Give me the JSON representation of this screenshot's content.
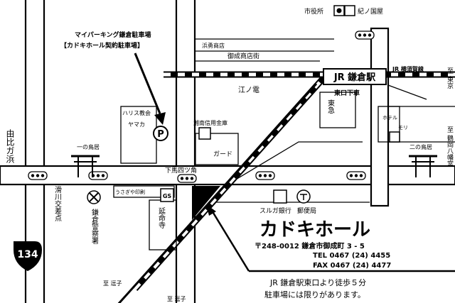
{
  "map": {
    "venue_name": "カドキホール",
    "address": "〒248-0012 鎌倉市御成町 3 - 5",
    "tel": "TEL 0467 (24) 4455",
    "fax": "FAX 0467 (24) 4477",
    "note_line1": "JR 鎌倉駅東口より徒歩５分",
    "note_line2": "駐車場には限りがあります。",
    "parking_label_line1": "マイパーキング鎌倉駐車場",
    "parking_label_line2": "【カドキホール契約駐車場】",
    "station": "JR 鎌倉駅",
    "jr_line": "JR 横須賀線",
    "east_exit": "東口下車",
    "city_hall": "市役所",
    "kinokuniya": "紀ノ国屋",
    "hamayu_shoten": "浜勇商店",
    "onari_street": "御成商店街",
    "enoden": "江ノ電",
    "tokyu": "東急",
    "harris_church": "ハリス教会",
    "yamaka": "ヤマカ",
    "shonan_shinkin": "湘南信用金庫",
    "hotel": "ホテル",
    "mori": "モリ",
    "ichinotorii": "一の鳥居",
    "ninotorii": "二の鳥居",
    "shimobaba": "下馬四ツ角",
    "guard": "ガード",
    "usagiya": "うさぎや印刷",
    "enmeiji": "延命寺",
    "police": "鎌倉警察署",
    "namerikawa": "滑川交差点",
    "suruga": "スルガ銀行",
    "post_office": "郵便局",
    "yuigahama": "由比ガ浜",
    "route_number": "134",
    "to_tokyo": "至 東京",
    "to_hachimangu": "至 鶴岡八幡宮",
    "to_zushi_a": "至 逗子",
    "to_zushi_b": "至 逗子",
    "parking_symbol": "P",
    "gs_symbol": "GS"
  }
}
